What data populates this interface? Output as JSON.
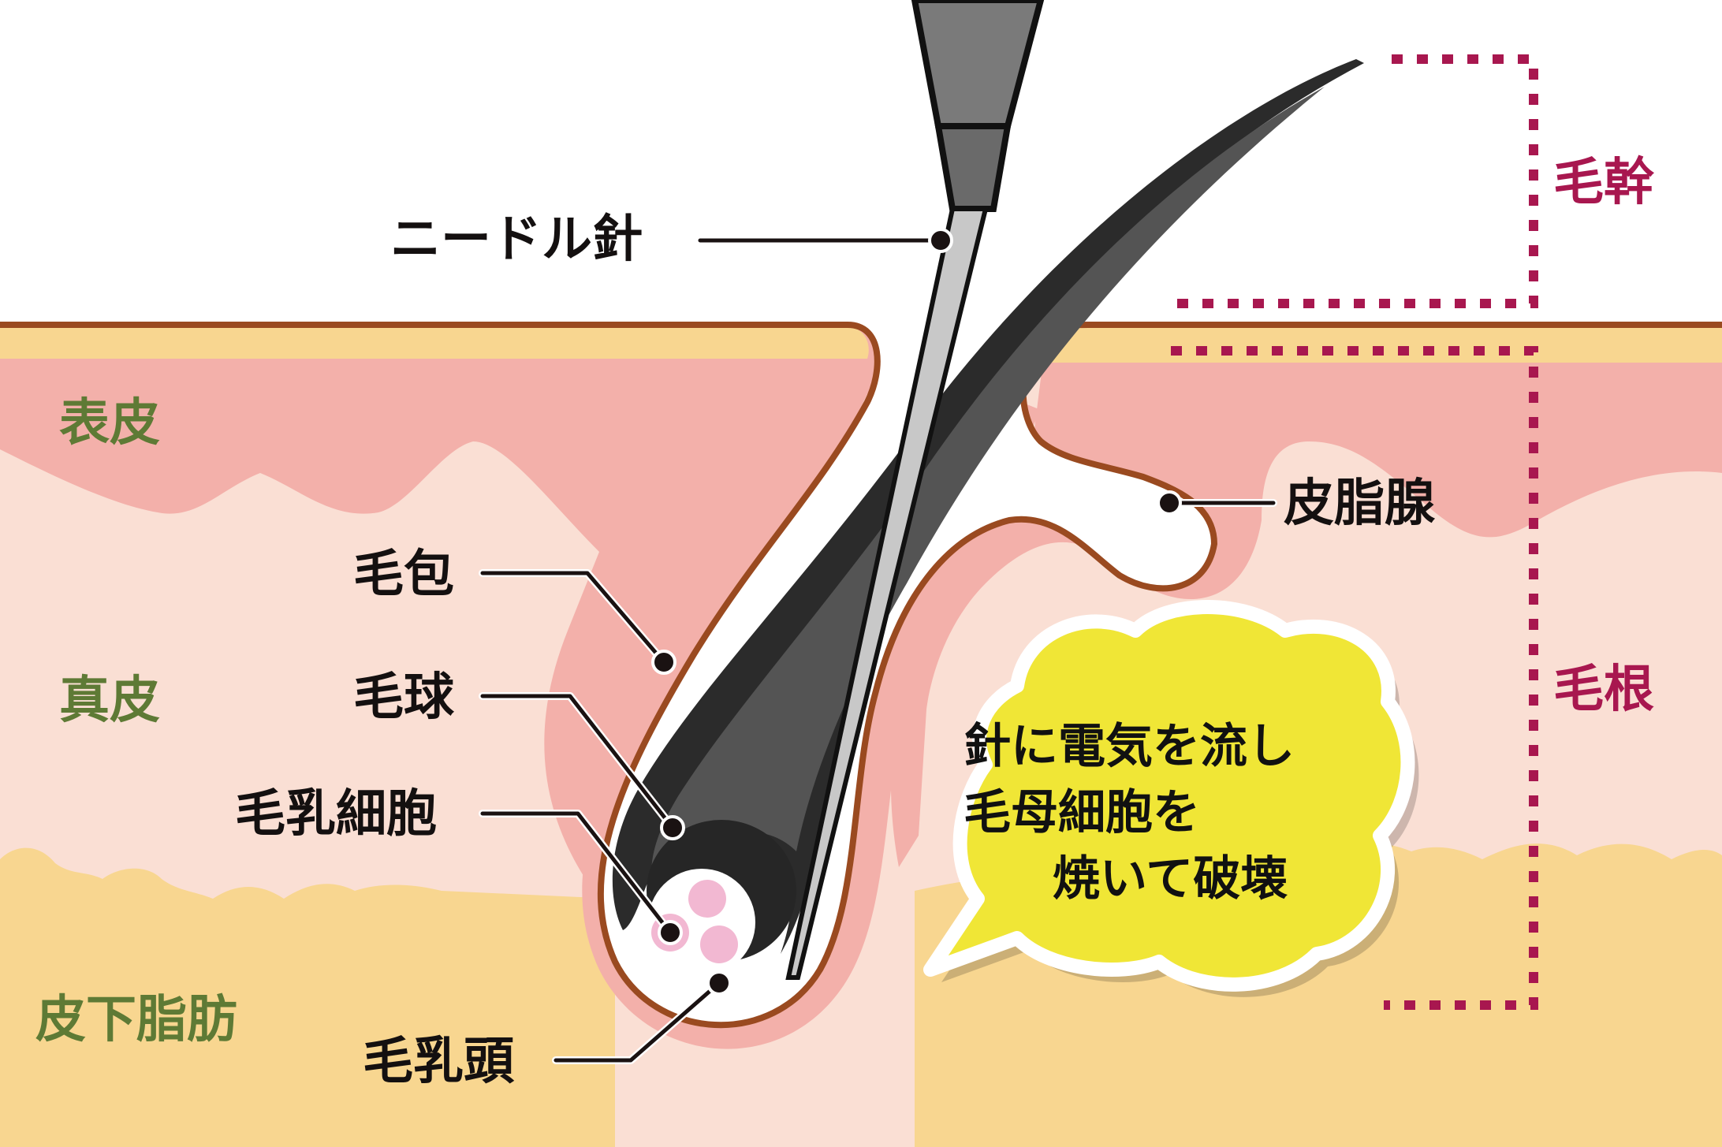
{
  "colors": {
    "background": "#ffffff",
    "skin_outline": "#9a4a20",
    "stratum_top": "#f8d690",
    "epidermis": "#f3b0aa",
    "dermis": "#fadfd4",
    "subcutaneous_fat": "#f8d690",
    "follicle_sheath": "#f3b0aa",
    "hair_dark": "#2b2b2b",
    "hair_mid": "#545454",
    "papilla_cells": "#f2b8d2",
    "needle_body": "#6e6e6e",
    "leader_line": "#1a1212",
    "region_bracket": "#a8174f",
    "layer_label": "#5e7a35",
    "bubble_fill": "#f0e636"
  },
  "layer_labels": {
    "epidermis": "表皮",
    "dermis": "真皮",
    "subcutaneous": "皮下脂肪"
  },
  "part_labels": {
    "needle": "ニードル針",
    "sebaceous_gland": "皮脂腺",
    "follicle": "毛包",
    "hair_bulb": "毛球",
    "papilla_cells": "毛乳細胞",
    "dermal_papilla": "毛乳頭"
  },
  "region_labels": {
    "hair_shaft": "毛幹",
    "hair_root": "毛根"
  },
  "callout": {
    "lines": [
      "針に電気を流し",
      "毛母細胞を",
      "焼いて破壊"
    ]
  }
}
